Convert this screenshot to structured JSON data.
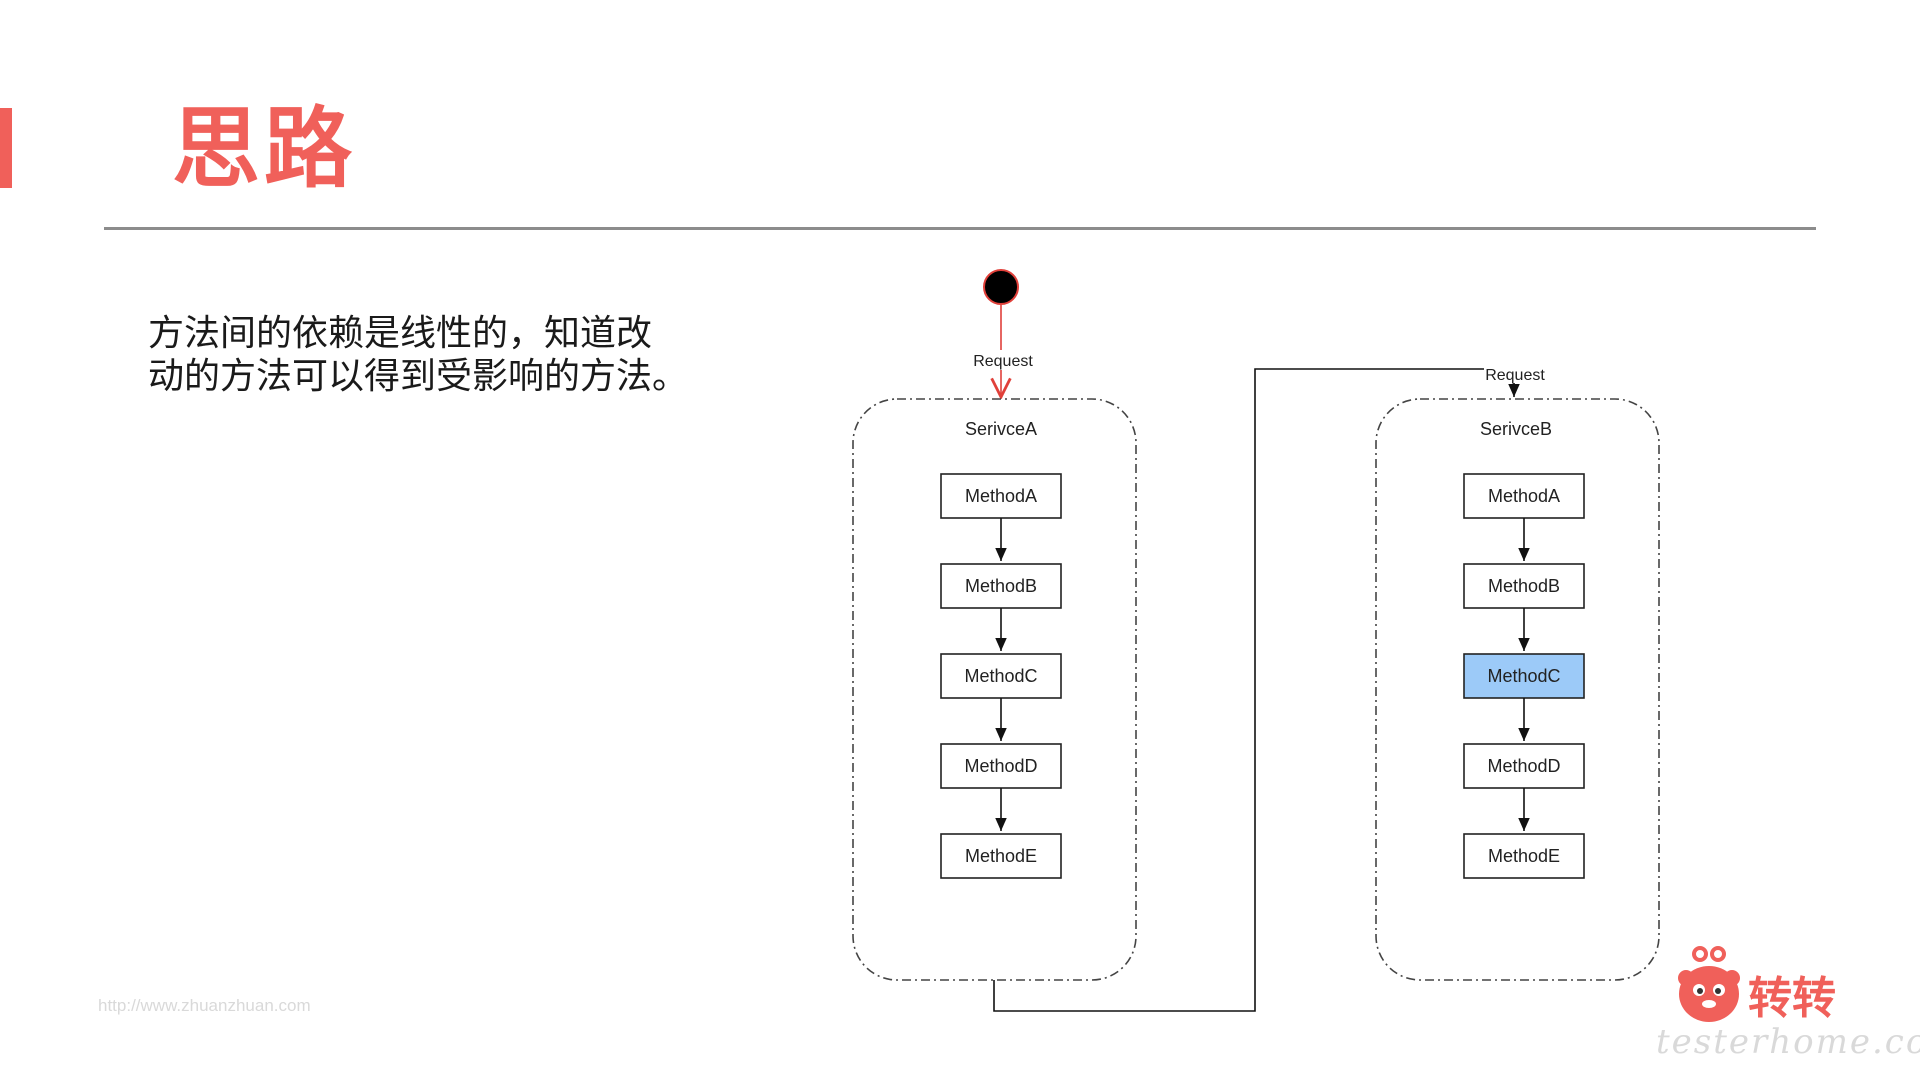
{
  "slide": {
    "title": "思路",
    "description_lines": [
      "方法间的依赖是线性的，知道改",
      "动的方法可以得到受影响的方法。"
    ],
    "footer_url": "http://www.zhuanzhuan.com",
    "brand_name": "转转",
    "watermark": "testerhome.com"
  },
  "diagram": {
    "request_label_a": "Request",
    "request_label_b": "Request",
    "service_a": {
      "name": "SerivceA",
      "methods": [
        "MethodA",
        "MethodB",
        "MethodC",
        "MethodD",
        "MethodE"
      ]
    },
    "service_b": {
      "name": "SerivceB",
      "methods": [
        "MethodA",
        "MethodB",
        "MethodC",
        "MethodD",
        "MethodE"
      ],
      "highlighted_method": "MethodC"
    },
    "colors": {
      "accent": "#f0605a",
      "highlight_fill": "#9ccaf8",
      "request_arrow_a": "#e0403a"
    }
  }
}
